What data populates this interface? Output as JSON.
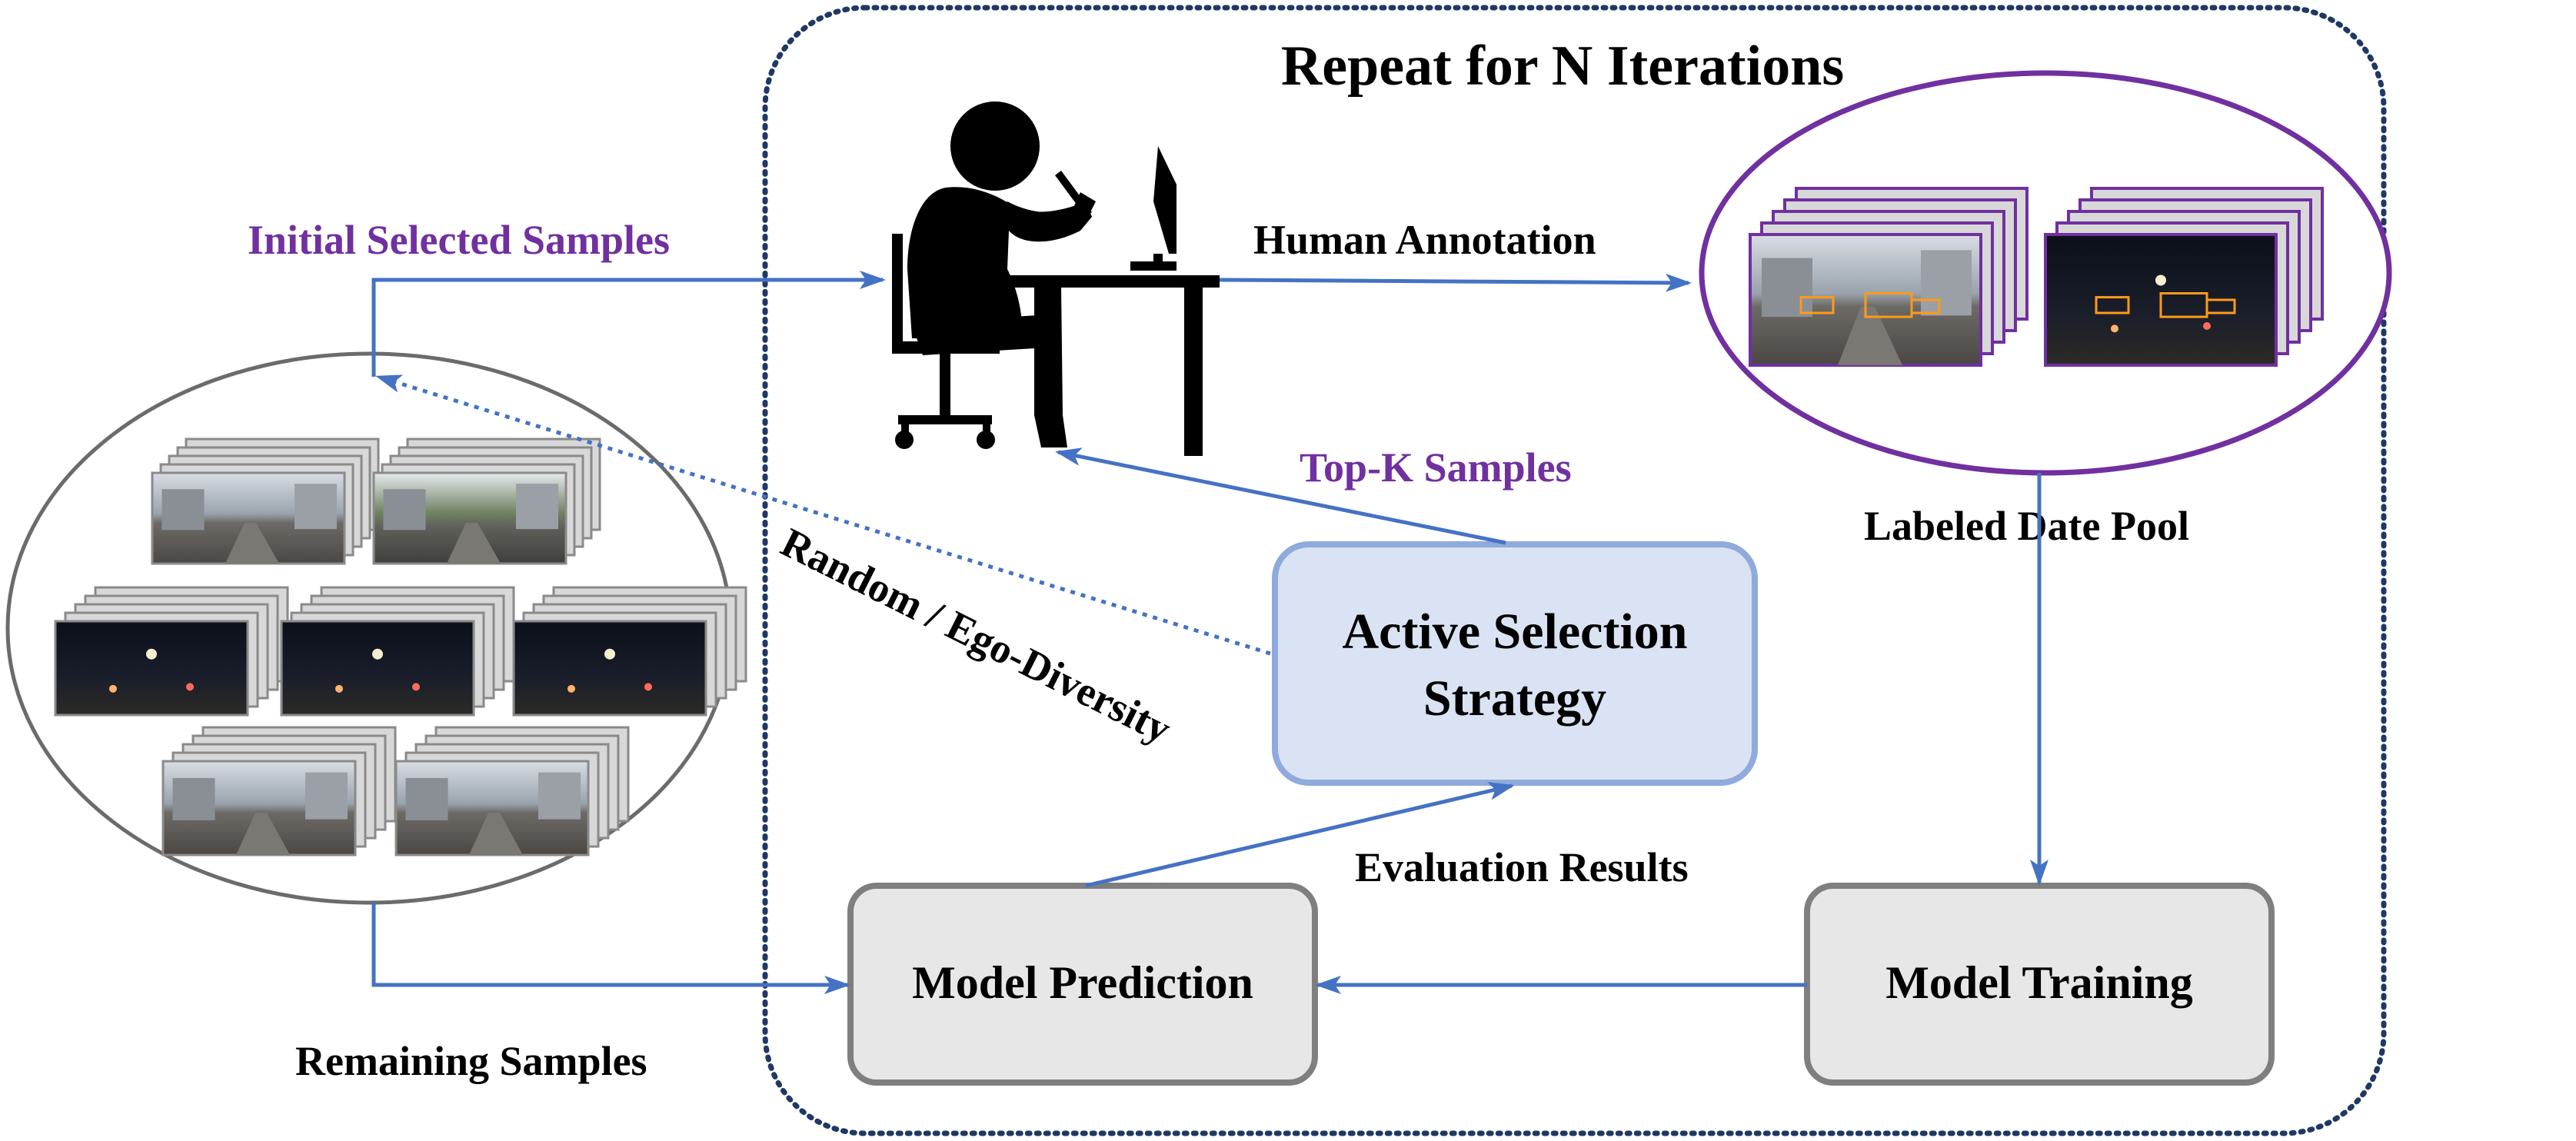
{
  "labels": {
    "repeat": "Repeat for N Iterations",
    "initial_selected": "Initial Selected Samples",
    "human_annotation": "Human Annotation",
    "labeled_pool": "Labeled Date Pool",
    "top_k": "Top-K Samples",
    "random_ego": "Random / Ego-Diversity",
    "evaluation_results": "Evaluation Results",
    "remaining_samples": "Remaining Samples"
  },
  "boxes": {
    "active_line1": "Active Selection",
    "active_line2": "Strategy",
    "model_prediction": "Model Prediction",
    "model_training": "Model Training"
  },
  "colors": {
    "arrow": "#4472c4",
    "purple": "#7030a0",
    "dotted_border": "#1f3864",
    "active_fill": "#dae3f3",
    "active_stroke": "#8faadc",
    "box_fill": "#e7e7e7",
    "box_stroke": "#7f7f7f"
  },
  "icons": {
    "person": "person-at-desk-icon",
    "unlabeled_pool": "unlabeled-image-pool",
    "labeled_pool": "labeled-image-pool"
  }
}
